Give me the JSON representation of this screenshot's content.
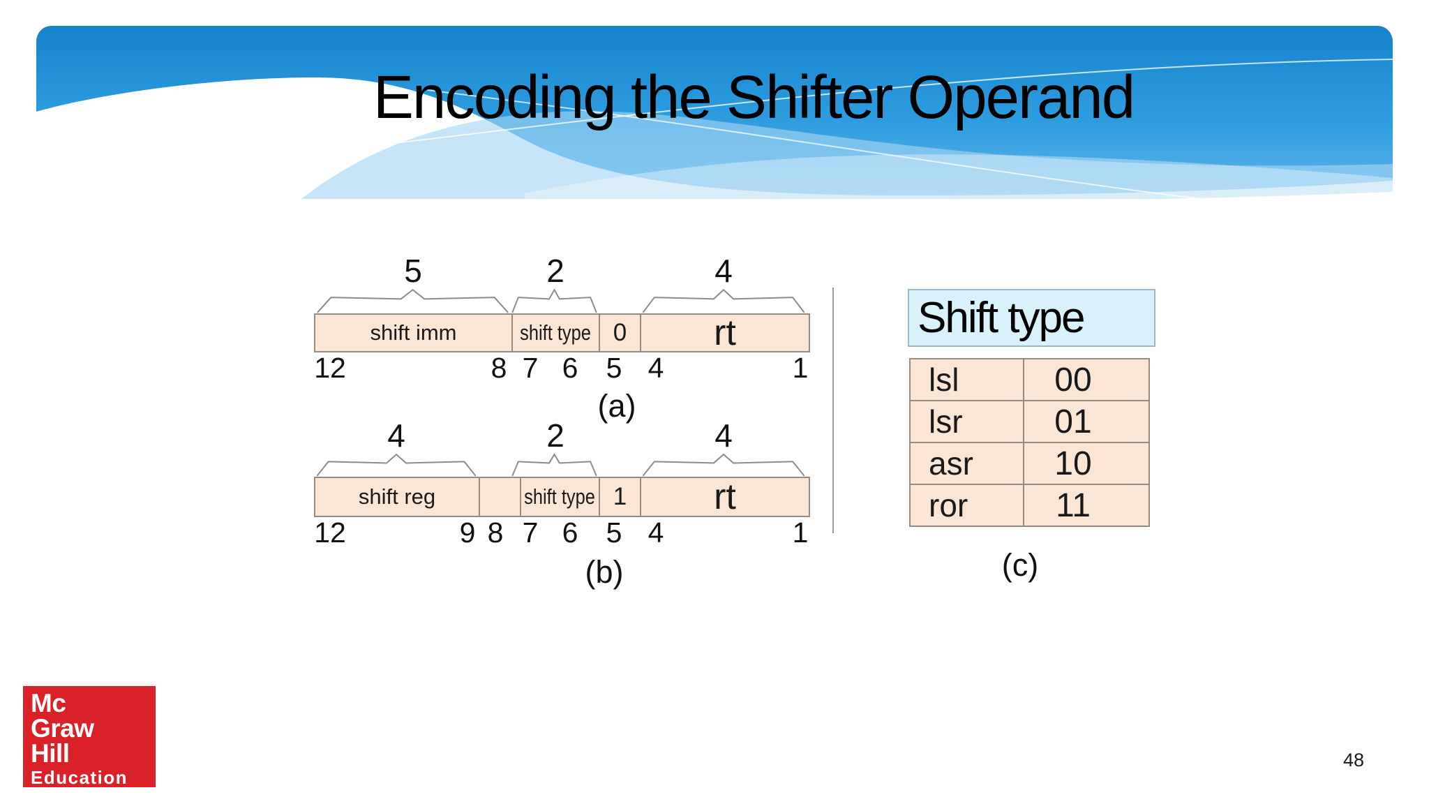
{
  "slide": {
    "title": "Encoding the Shifter Operand",
    "page_number": "48"
  },
  "colors": {
    "header_blue_top": "#1583cb",
    "header_blue_bottom": "#5fb5ea",
    "field_fill": "#fbe5d4",
    "field_border": "#958b82",
    "shift_type_header_fill": "#d9f1fa",
    "logo_red": "#da2128"
  },
  "diagram_a": {
    "label": "(a)",
    "width_labels": [
      "5",
      "2",
      "4"
    ],
    "fields": [
      {
        "label": "shift imm"
      },
      {
        "label": "shift type"
      },
      {
        "label": "0"
      },
      {
        "label": "rt"
      }
    ],
    "bit_numbers": [
      "12",
      "8",
      "7",
      "6",
      "5",
      "4",
      "1"
    ]
  },
  "diagram_b": {
    "label": "(b)",
    "width_labels": [
      "4",
      "2",
      "4"
    ],
    "fields": [
      {
        "label": "shift reg"
      },
      {
        "label": ""
      },
      {
        "label": "shift type"
      },
      {
        "label": "1"
      },
      {
        "label": "rt"
      }
    ],
    "bit_numbers": [
      "12",
      "9",
      "8",
      "7",
      "6",
      "5",
      "4",
      "1"
    ]
  },
  "shift_type_table": {
    "label": "(c)",
    "header": "Shift type",
    "rows": [
      {
        "type": "lsl",
        "code": "00"
      },
      {
        "type": "lsr",
        "code": "01"
      },
      {
        "type": "asr",
        "code": "10"
      },
      {
        "type": "ror",
        "code": "11"
      }
    ]
  },
  "logo": {
    "line1": "Mc",
    "line2": "Graw",
    "line3": "Hill",
    "line4": "Education"
  }
}
